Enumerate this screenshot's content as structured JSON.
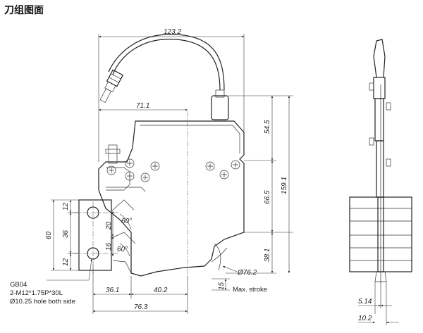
{
  "title": "刀组图面",
  "dimensions": {
    "top_width": "123.2",
    "upper_offset": "71.1",
    "right_upper": "54.5",
    "right_mid": "66.5",
    "right_total": "159.1",
    "right_lower": "38.1",
    "radius": "Ø76.2",
    "stroke": "15",
    "stroke_label": "Max. stroke",
    "bottom_a": "36.1",
    "bottom_b": "40.2",
    "bottom_total": "76.3",
    "left_total": "60",
    "left_top": "12",
    "left_mid": "36",
    "left_bot": "12",
    "inner_upper": "20",
    "inner_lower": "16",
    "angle_upper": "60°",
    "angle_lower": "60°",
    "side_small": "5.14",
    "side_large": "10.2"
  },
  "notes": {
    "line1": "GB04",
    "line2": "2-M12*1.75P*30L",
    "line3": "Ø10.25 hole both side"
  }
}
